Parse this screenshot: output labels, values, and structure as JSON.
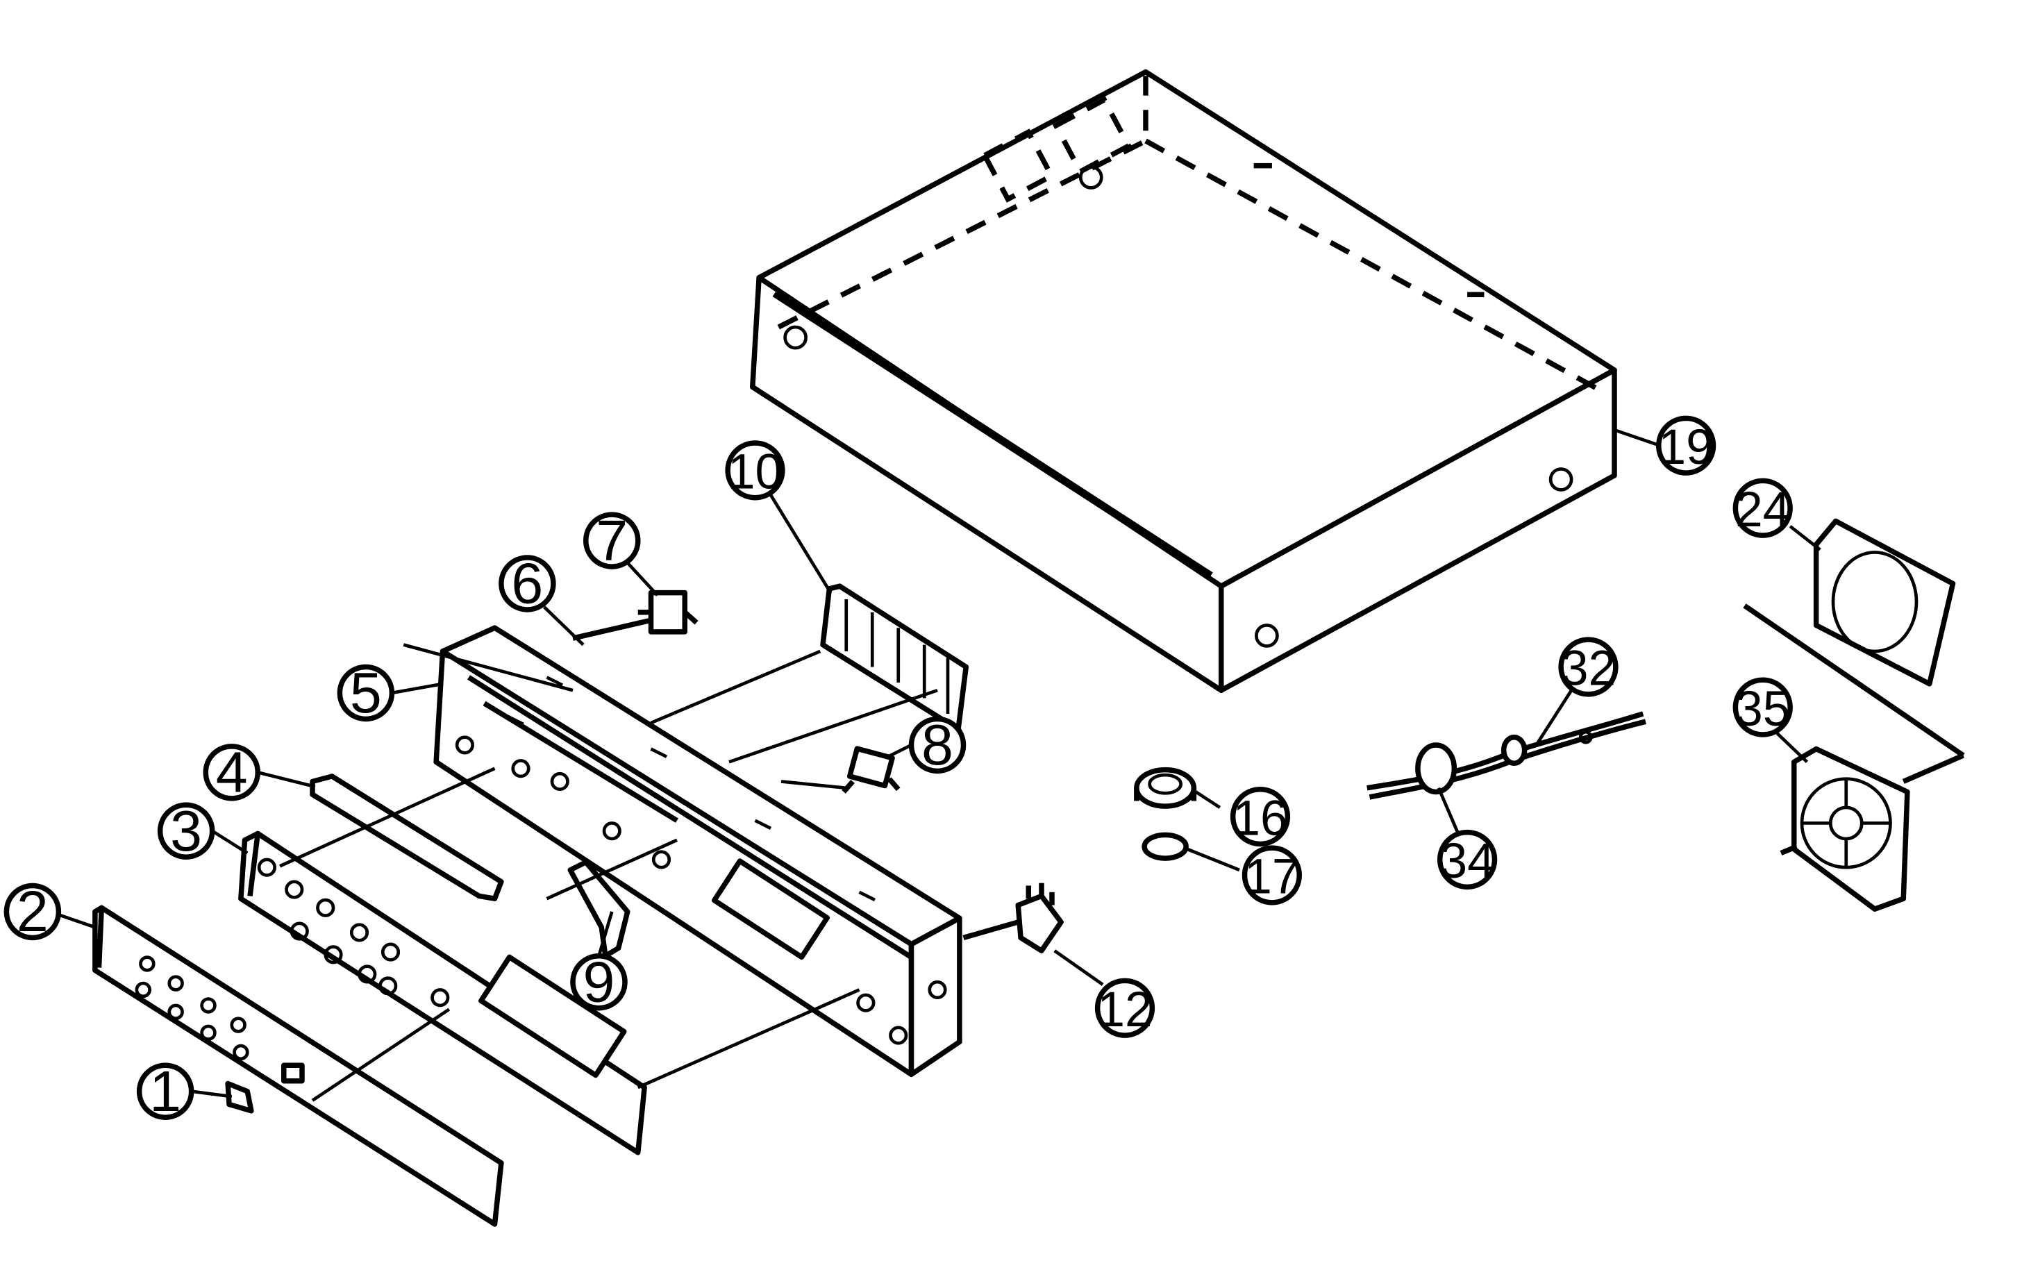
{
  "callouts": [
    {
      "id": "c1",
      "label": "1"
    },
    {
      "id": "c2",
      "label": "2"
    },
    {
      "id": "c3",
      "label": "3"
    },
    {
      "id": "c4",
      "label": "4"
    },
    {
      "id": "c5",
      "label": "5"
    },
    {
      "id": "c6",
      "label": "6"
    },
    {
      "id": "c7",
      "label": "7"
    },
    {
      "id": "c8",
      "label": "8"
    },
    {
      "id": "c9",
      "label": "9"
    },
    {
      "id": "c10",
      "label": "10"
    },
    {
      "id": "c12",
      "label": "12"
    },
    {
      "id": "c16",
      "label": "16"
    },
    {
      "id": "c17",
      "label": "17"
    },
    {
      "id": "c19",
      "label": "19"
    },
    {
      "id": "c24",
      "label": "24"
    },
    {
      "id": "c32",
      "label": "32"
    },
    {
      "id": "c34",
      "label": "34"
    },
    {
      "id": "c35",
      "label": "35"
    }
  ]
}
